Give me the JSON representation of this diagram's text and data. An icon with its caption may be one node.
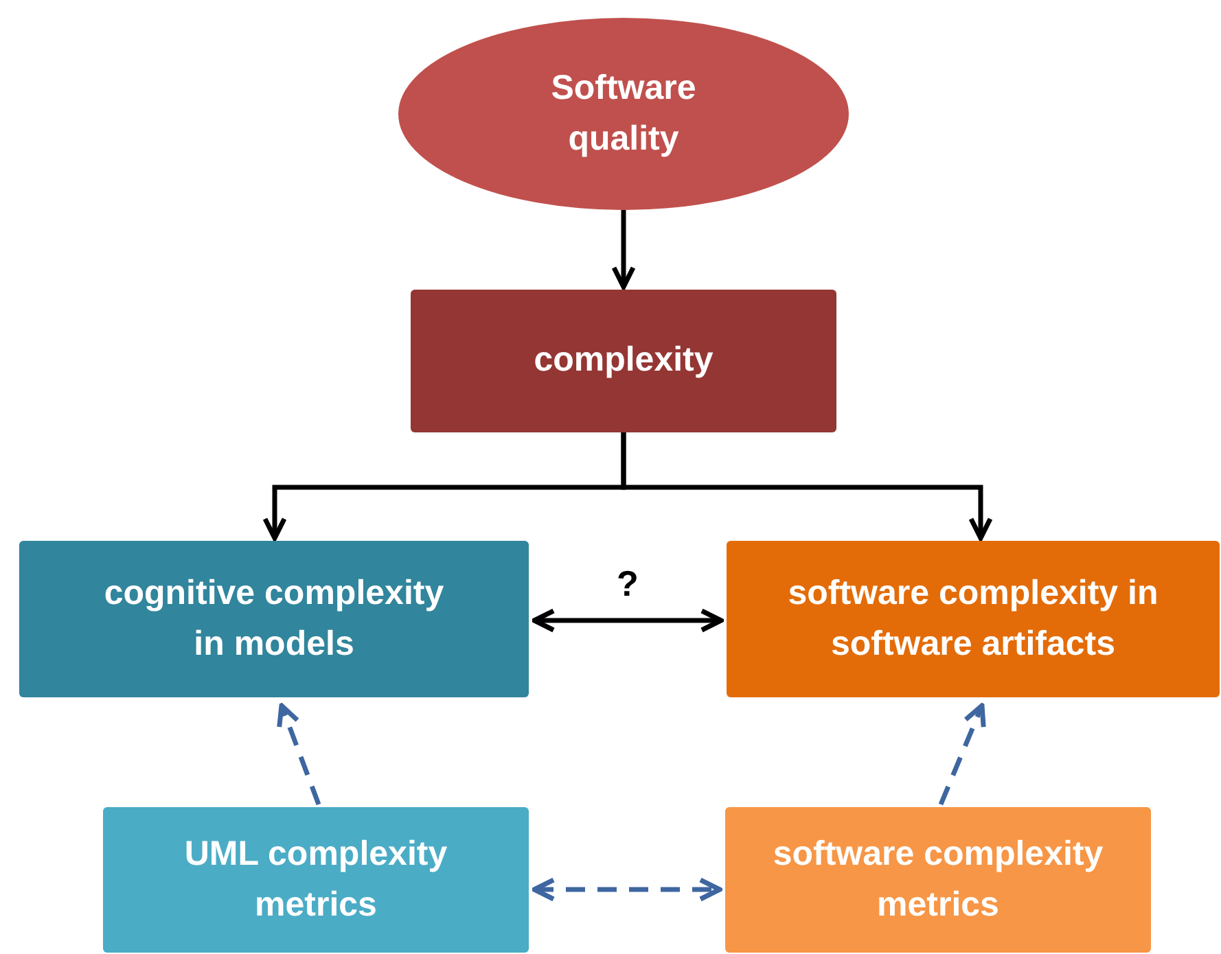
{
  "diagram": {
    "nodes": [
      {
        "text": [
          "Software quality"
        ]
      },
      {
        "text": [
          "complexity"
        ]
      },
      {
        "text": [
          "cognitive complexity in models"
        ]
      },
      {
        "text": [
          "software complexity in software artifacts"
        ]
      },
      {
        "text": [
          "UML complexity metrics"
        ]
      },
      {
        "text": [
          "software complexity metrics"
        ]
      }
    ],
    "edges": [
      {
        "from": 0,
        "to": 1,
        "arrow": "to"
      },
      {
        "from": 1,
        "to": 2,
        "arrow": "to"
      },
      {
        "from": 1,
        "to": 3,
        "arrow": "to"
      },
      {
        "from": 2,
        "to": 3,
        "arrow": "both",
        "label": "?"
      },
      {
        "from": 4,
        "to": 2,
        "arrow": "to",
        "style": "dashed",
        "color": "#3e66a0"
      },
      {
        "from": 5,
        "to": 3,
        "arrow": "to",
        "style": "dashed",
        "color": "#3e66a0"
      },
      {
        "from": 4,
        "to": 5,
        "arrow": "both",
        "style": "dashed",
        "color": "#3e66a0"
      }
    ]
  }
}
